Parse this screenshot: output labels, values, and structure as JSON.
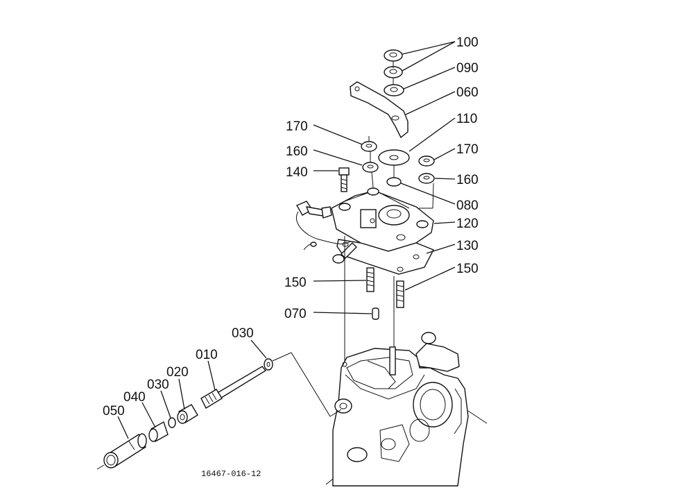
{
  "figure_code": "16467-016-12",
  "labels": {
    "l100": "100",
    "l090": "090",
    "l060": "060",
    "l110": "110",
    "l170a": "170",
    "l170b": "170",
    "l160a": "160",
    "l160b": "160",
    "l140": "140",
    "l080": "080",
    "l120": "120",
    "l130": "130",
    "l150a": "150",
    "l150b": "150",
    "l070": "070",
    "l030a": "030",
    "l010": "010",
    "l020": "020",
    "l030b": "030",
    "l040": "040",
    "l050": "050"
  }
}
